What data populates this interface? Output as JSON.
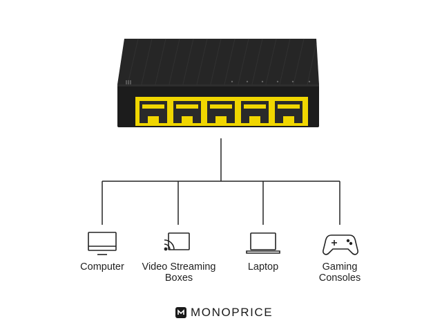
{
  "product": {
    "port_count": 5,
    "colors": {
      "body": "#1e1e1e",
      "port_frame": "#f0d600",
      "port_inner": "#2a2a2a"
    }
  },
  "devices": [
    {
      "icon": "monitor-icon",
      "label_line1": "Computer",
      "label_line2": ""
    },
    {
      "icon": "streaming-box-icon",
      "label_line1": "Video Streaming",
      "label_line2": "Boxes"
    },
    {
      "icon": "laptop-icon",
      "label_line1": "Laptop",
      "label_line2": ""
    },
    {
      "icon": "gamepad-icon",
      "label_line1": "Gaming",
      "label_line2": "Consoles"
    }
  ],
  "brand": {
    "name": "MONOPRICE",
    "logo_icon": "monoprice-logo-icon"
  }
}
